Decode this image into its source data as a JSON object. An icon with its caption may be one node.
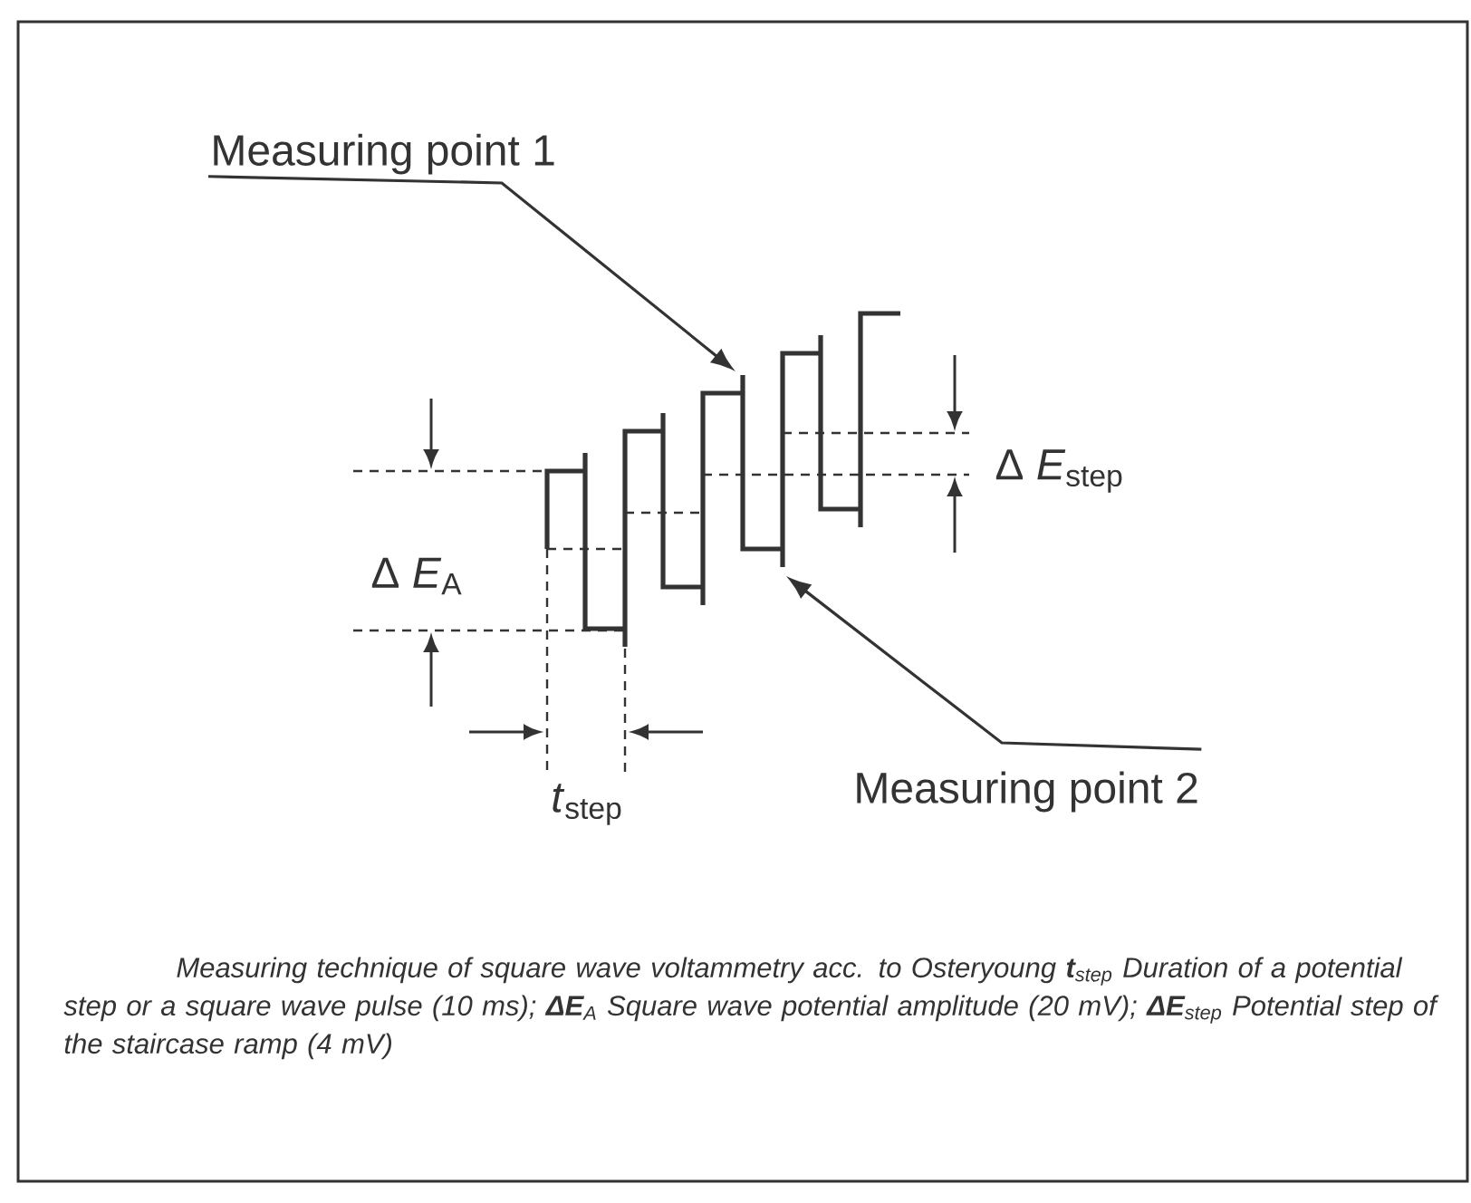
{
  "diagram": {
    "nodes": [
      {
        "text": [
          "Measuring point 1"
        ]
      },
      {
        "text": [
          "Measuring point 2"
        ]
      }
    ],
    "edges": [
      {
        "from": 0,
        "to": null,
        "arrow": "to"
      },
      {
        "from": 1,
        "to": null,
        "arrow": "to"
      }
    ],
    "labels": [
      "Δ *E*$_{A}$",
      "Δ *E*$_{step}$",
      "*t*$_{step}$"
    ],
    "caption": "Measuring technique of square wave voltammetry acc. to Osteryoung **t**$_{step}$ Duration of a potential step or a square wave pulse (10 ms); **ΔE**$_{A}$ Square wave potential amplitude (20 mV); **ΔE**$_{step}$ Potential step of the staircase ramp (4 mV)"
  }
}
